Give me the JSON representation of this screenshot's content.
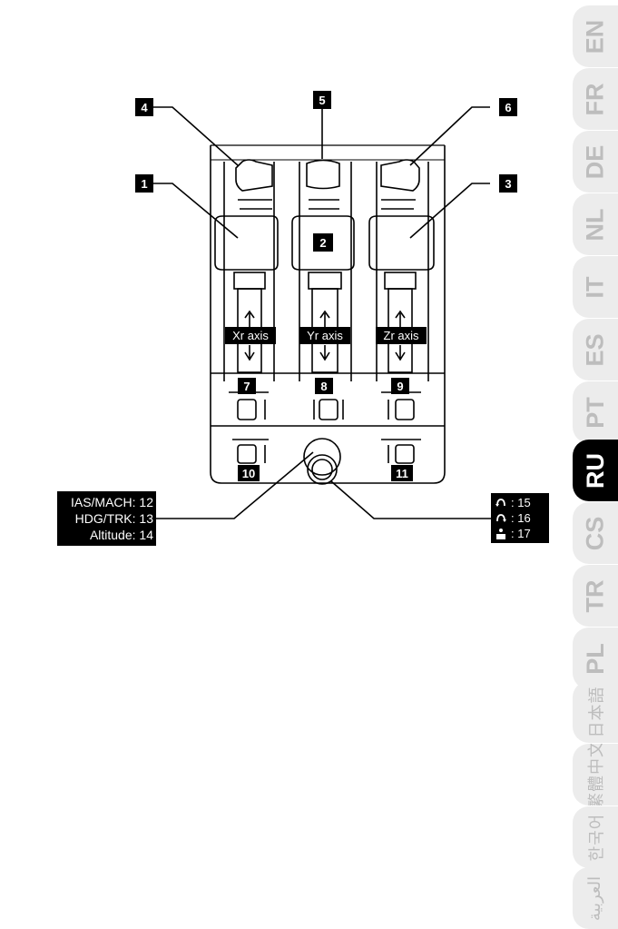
{
  "diagram": {
    "callouts": [
      "1",
      "2",
      "3",
      "4",
      "5",
      "6",
      "7",
      "8",
      "9",
      "10",
      "11"
    ],
    "axes": [
      "Xr axis",
      "Yr axis",
      "Zr axis"
    ],
    "left_box": [
      "IAS/MACH: 12",
      "HDG/TRK: 13",
      "Altitude: 14"
    ],
    "right_box": [
      ": 15",
      ": 16",
      ": 17"
    ]
  },
  "language_tabs": [
    "EN",
    "FR",
    "DE",
    "NL",
    "IT",
    "ES",
    "PT",
    "RU",
    "CS",
    "TR",
    "PL",
    "日本語",
    "繁體中文",
    "한국어",
    "العربية"
  ],
  "active_language": "RU"
}
